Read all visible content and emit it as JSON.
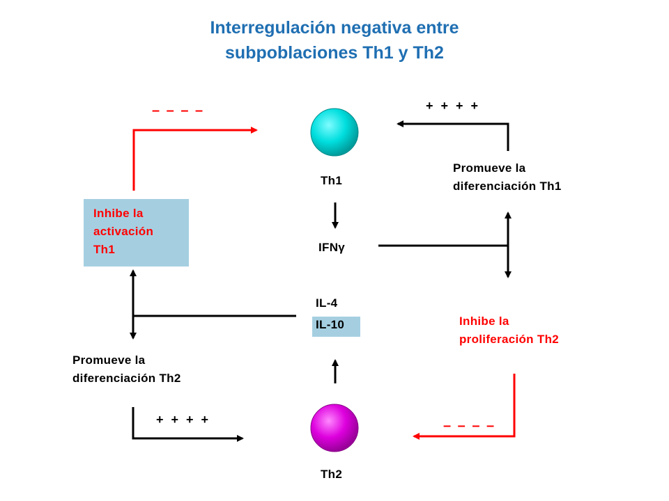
{
  "title": {
    "line1": "Interregulación negativa entre",
    "line2": "subpoblaciones Th1 y Th2"
  },
  "cells": {
    "th1": {
      "label": "Th1",
      "color": "#00d8d8"
    },
    "th2": {
      "label": "Th2",
      "color": "#cc00cc"
    }
  },
  "cytokines": {
    "ifng": "IFNγ",
    "il4": "IL-4",
    "il10": "IL-10"
  },
  "effects": {
    "inhibe_activacion": [
      "Inhibe la",
      "activación",
      "Th1"
    ],
    "promueve_th1": [
      "Promueve la",
      "diferenciación Th1"
    ],
    "inhibe_proliferacion": [
      "Inhibe la",
      "proliferación Th2"
    ],
    "promueve_th2": [
      "Promueve la",
      "diferenciación Th2"
    ]
  },
  "signs": {
    "plus": "+ + + +",
    "minus": "– – – –"
  },
  "colors": {
    "title": "#1f6fb2",
    "inhibit": "#ff0000",
    "promote": "#000000",
    "highlight_box": "#a5cfe1"
  }
}
